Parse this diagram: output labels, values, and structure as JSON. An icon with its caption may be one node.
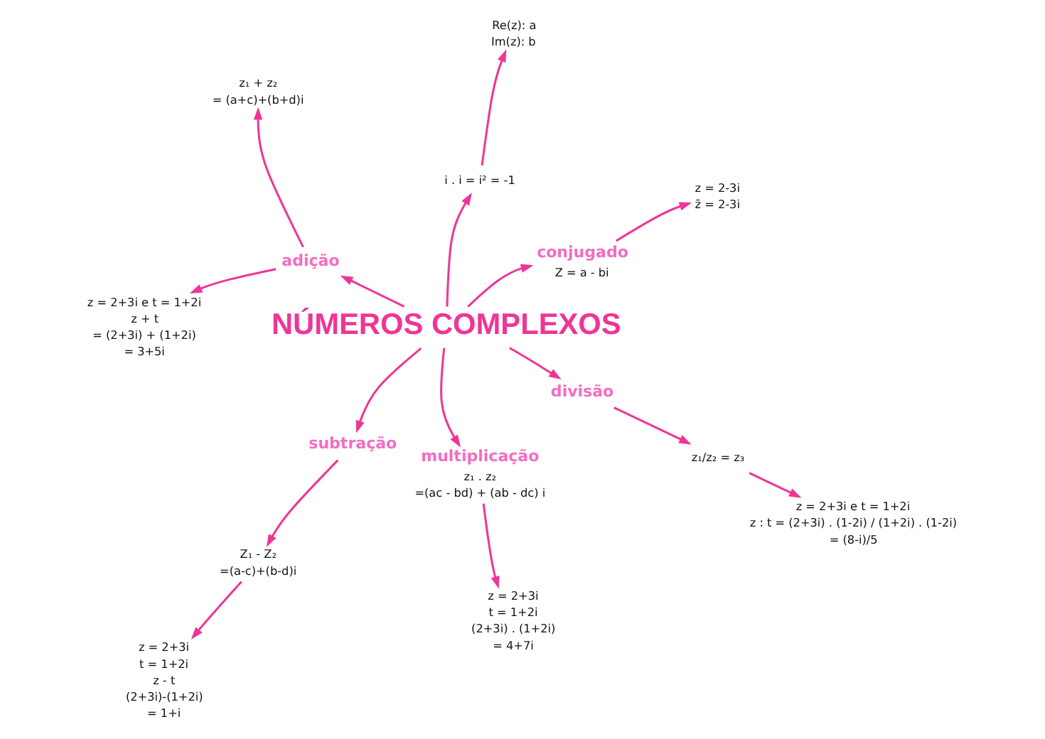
{
  "diagram": {
    "nodes": [
      {
        "text": [
          "subtração"
        ]
      },
      {
        "text": [
          "adição"
        ]
      },
      {
        "text": [
          "i . i = i² = -1"
        ]
      },
      {
        "text": [
          "Z₁ - Z₂",
          "=(a-c)+(b-d)i"
        ]
      },
      {
        "text": [
          "z₁ + z₂",
          "= (a+c)+(b+d)i"
        ]
      },
      {
        "text": [
          "Re(z): a",
          "Im(z): b"
        ]
      },
      {
        "text": [
          "z = 2+3i",
          "t = 1+2i",
          "z - t",
          "(2+3i)-(1+2i)",
          "= 1+i"
        ]
      },
      {
        "text": [
          "z = 2+3i e t = 1+2i",
          "z + t",
          "= (2+3i) + (1+2i)",
          "= 3+5i"
        ]
      },
      {
        "text": [
          "NÚMEROS COMPLEXOS"
        ]
      },
      {
        "text": [
          "conjugado",
          "Z = a - bi"
        ]
      },
      {
        "text": [
          "multiplicação",
          "z₁ . z₂",
          "=(ac - bd) + (ab - dc) i"
        ]
      },
      {
        "text": [
          "divisão"
        ]
      },
      {
        "text": [
          "z₁/z₂ = z₃"
        ]
      },
      {
        "text": [
          "z = 2-3i",
          "z̄ = 2-3i"
        ]
      },
      {
        "text": [
          "z = 2+3i",
          "t = 1+2i",
          "(2+3i) . (1+2i)",
          "= 4+7i"
        ]
      },
      {
        "text": [
          "z = 2+3i e t = 1+2i",
          "z : t = (2+3i) . (1-2i) / (1+2i) . (1-2i)",
          "= (8-i)/5"
        ]
      }
    ],
    "edges": [
      {
        "from": 8,
        "to": 0,
        "arrow": "to"
      },
      {
        "from": 0,
        "to": 3,
        "arrow": "to"
      },
      {
        "from": 3,
        "to": 6,
        "arrow": "to"
      },
      {
        "from": 8,
        "to": 1,
        "arrow": "to"
      },
      {
        "from": 1,
        "to": 7,
        "arrow": "to"
      },
      {
        "from": 1,
        "to": 4,
        "arrow": "to"
      },
      {
        "from": 8,
        "to": 2,
        "arrow": "to"
      },
      {
        "from": 2,
        "to": 5,
        "arrow": "to"
      },
      {
        "from": 8,
        "to": 9,
        "arrow": "to"
      },
      {
        "from": 9,
        "to": 13,
        "arrow": "to"
      },
      {
        "from": 8,
        "to": 10,
        "arrow": "to"
      },
      {
        "from": 10,
        "to": 14,
        "arrow": "to"
      },
      {
        "from": 8,
        "to": 11,
        "arrow": "to"
      },
      {
        "from": 11,
        "to": 12,
        "arrow": "to"
      },
      {
        "from": 12,
        "to": 15,
        "arrow": "to"
      }
    ]
  }
}
